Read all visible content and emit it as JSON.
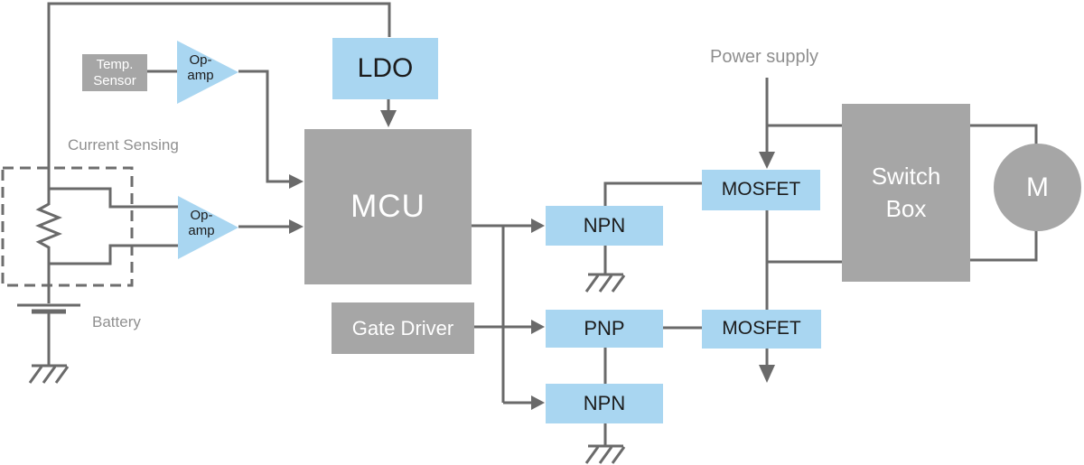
{
  "diagram": {
    "title_none": "",
    "colors": {
      "block_gray": "#a6a6a6",
      "block_blue": "#a9d6f1",
      "line": "#6a6a6a",
      "label_text": "#8f8f8f",
      "text_on_gray": "#ffffff",
      "text_on_blue": "#1c1c1c"
    },
    "blocks": {
      "temp_sensor": {
        "line1": "Temp.",
        "line2": "Sensor"
      },
      "opamp_top": {
        "line1": "Op-",
        "line2": "amp"
      },
      "opamp_current": {
        "line1": "Op-",
        "line2": "amp"
      },
      "ldo": {
        "label": "LDO"
      },
      "mcu": {
        "label": "MCU"
      },
      "gate_driver": {
        "label": "Gate Driver"
      },
      "npn_top": {
        "label": "NPN"
      },
      "pnp": {
        "label": "PNP"
      },
      "npn_bottom": {
        "label": "NPN"
      },
      "mosfet_top": {
        "label": "MOSFET"
      },
      "mosfet_bottom": {
        "label": "MOSFET"
      },
      "switch_box": {
        "line1": "Switch",
        "line2": "Box"
      },
      "motor": {
        "label": "M"
      }
    },
    "labels": {
      "current_sensing": "Current Sensing",
      "battery": "Battery",
      "power_supply": "Power supply"
    }
  }
}
